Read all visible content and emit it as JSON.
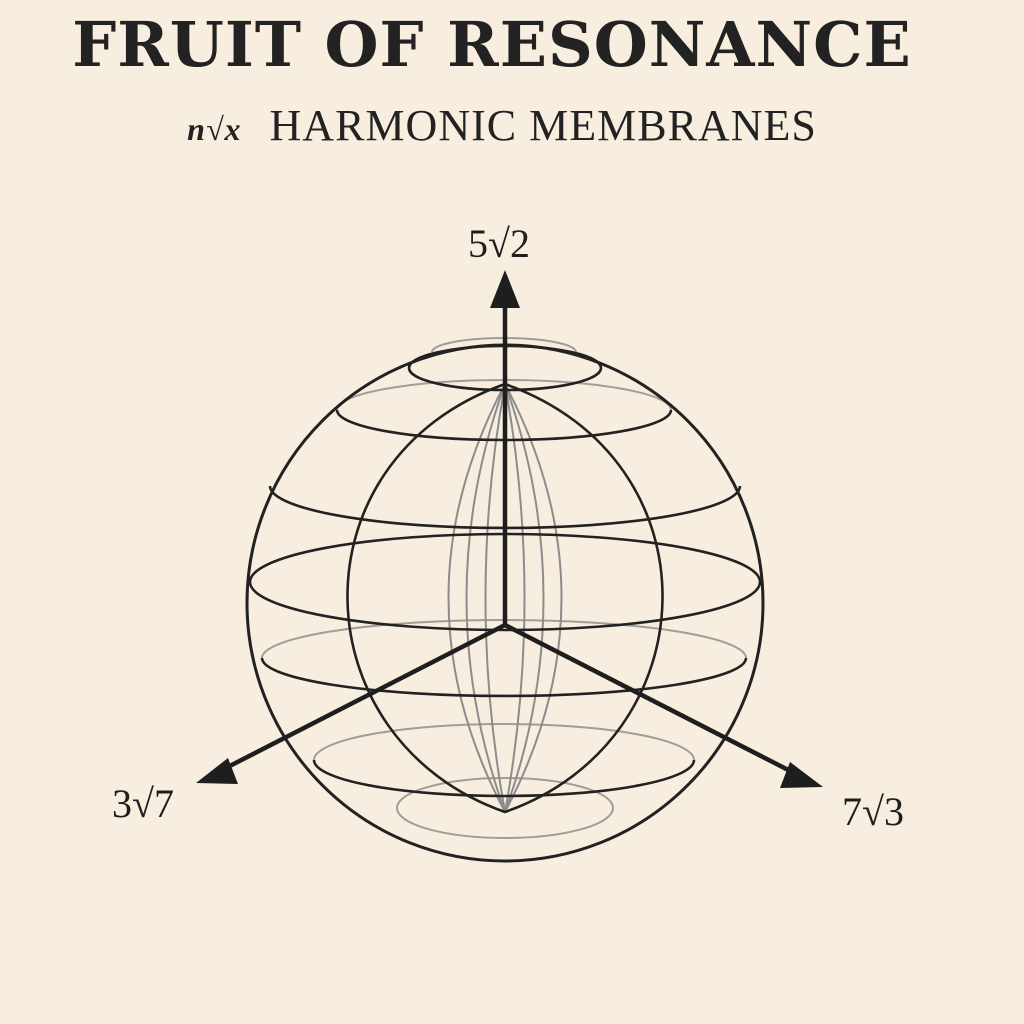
{
  "header": {
    "title": "FRUIT OF RESONANCE",
    "subtitle_formula": "n√x",
    "subtitle_text": "HARMONIC MEMBRANES"
  },
  "axes": {
    "top_label": "5√2",
    "left_label": "3√7",
    "right_label": "7√3"
  },
  "colors": {
    "background": "#f8eedf",
    "ink": "#1e1e1e",
    "faint_ink": "#8a8a8a"
  }
}
